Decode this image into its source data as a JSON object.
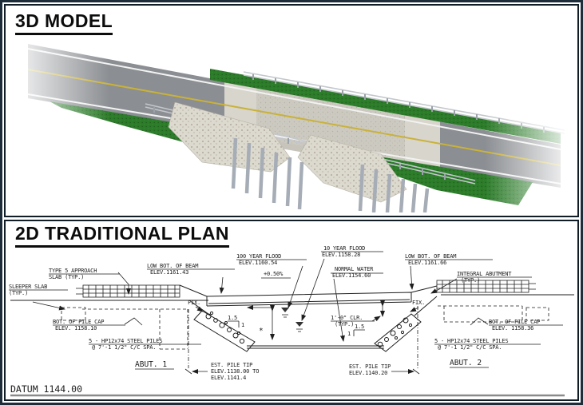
{
  "panels": {
    "model3d": {
      "title": "3D MODEL"
    },
    "plan2d": {
      "title": "2D TRADITIONAL PLAN"
    }
  },
  "colors": {
    "outer_border": "#1d2d3a",
    "panel_border": "#101c26",
    "ink": "#1f1f1f",
    "asphalt": "#8b8e92",
    "lane_yellow": "#c9b23a",
    "edge_line_white": "#f2f2f2",
    "grass": "#2c7c2a",
    "concrete_deck": "#ccc9c0",
    "riprap_stone": "#dcd9cf",
    "pile_gray": "#a6adb6",
    "datum_line_gray": "#8a8a8a"
  },
  "plan_labels": {
    "sleeper_slab_1": "SLEEPER SLAB",
    "sleeper_slab_2": "(TYP.)",
    "approach_slab_1": "TYPE 5 APPROACH",
    "approach_slab_2": "SLAB (TYP.)",
    "low_beam_left_1": "LOW BOT. OF BEAM",
    "low_beam_left_2": "ELEV.1161.43",
    "flood100_1": "100 YEAR FLOOD",
    "flood100_2": "ELEV.1160.54",
    "grade": "+0.50%",
    "flood10_1": "10 YEAR FLOOD",
    "flood10_2": "ELEV.1158.28",
    "normal_water_1": "NORMAL WATER",
    "normal_water_2": "ELEV.1154.60",
    "low_beam_right_1": "LOW BOT. OF BEAM",
    "low_beam_right_2": "ELEV.1161.66",
    "integral_abutment_1": "INTEGRAL ABUTMENT",
    "integral_abutment_2": "(TYP.)",
    "fix_left": "FIX.",
    "fix_right": "FIX.",
    "slope_rise": "1.5",
    "slope_run": "1",
    "asterisk": "*",
    "clearance_1": "1'-0\" CLR.",
    "clearance_2": "(TYP.)",
    "pile_cap_left_1": "BOT. OF PILE CAP",
    "pile_cap_left_2": "ELEV. 1158.10",
    "pile_cap_right_1": "BOT. OF PILE CAP",
    "pile_cap_right_2": "ELEV. 1158.36",
    "steel_piles_left_1": "5 - HP12x74 STEEL PILES",
    "steel_piles_left_2": "@ 7'-1 1/2\" C/C SPA.",
    "steel_piles_right_1": "5 - HP12x74 STEEL PILES",
    "steel_piles_right_2": "@ 7'-1 1/2\" C/C SPA.",
    "abut1": "ABUT. 1",
    "abut2": "ABUT. 2",
    "est_pile_tip_left_1": "EST. PILE TIP",
    "est_pile_tip_left_2": "ELEV.1138.00 TO",
    "est_pile_tip_left_3": "ELEV.1141.4",
    "est_pile_tip_right_1": "EST. PILE TIP",
    "est_pile_tip_right_2": "ELEV.1140.20",
    "datum": "DATUM 1144.00"
  }
}
